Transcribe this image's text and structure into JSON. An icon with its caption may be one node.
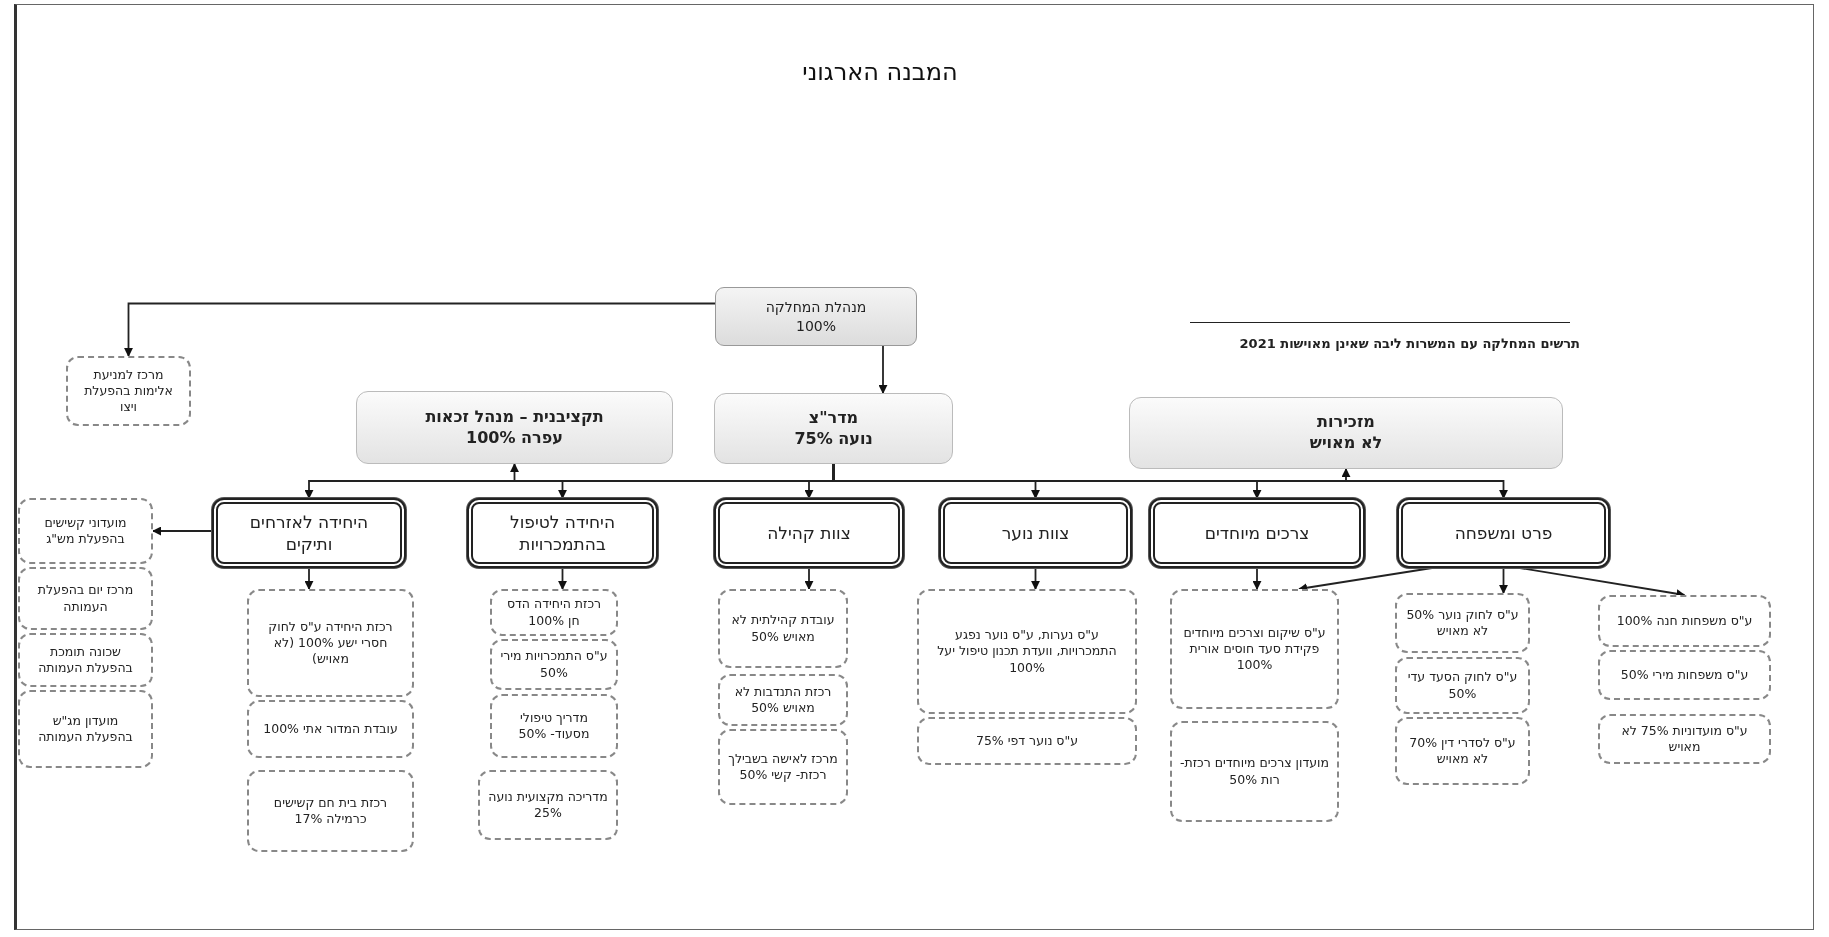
{
  "diagram": {
    "title": "המבנה הארגוני",
    "nodes": [
      {
        "text": [
          "מנהלת המחלקה",
          "100%"
        ]
      },
      {
        "text": [
          "מרכז למניעת אלימות בהפעלת ויצו"
        ]
      },
      {
        "text": [
          "תקציבנית – מנהל זכאות",
          "עפרה 100%"
        ]
      },
      {
        "text": [
          "מדר\"צ",
          "נועה 75%"
        ]
      },
      {
        "text": [
          "מזכירות",
          "לא מאויש"
        ]
      },
      {
        "text": [
          "היחידה לאזרחים ותיקים"
        ]
      },
      {
        "text": [
          "היחידה לטיפול בהתמכרויות"
        ]
      },
      {
        "text": [
          "צוות קהילה"
        ]
      },
      {
        "text": [
          "צוות נוער"
        ]
      },
      {
        "text": [
          "צרכים מיוחדים"
        ]
      },
      {
        "text": [
          "פרט ומשפחה"
        ]
      },
      {
        "text": [
          "מועדוני קשישים בהפעלת מש\"ג"
        ]
      },
      {
        "text": [
          "מרכז יום בהפעלת העמותה"
        ]
      },
      {
        "text": [
          "שכונה תומכת בהפעלת העמותה"
        ]
      },
      {
        "text": [
          "מועדון מג\"ש בהפעלת העמותה"
        ]
      },
      {
        "text": [
          "רכזת היחידה ע\"ס לחוק חסרי ישע 100% (לא מאויש)"
        ]
      },
      {
        "text": [
          "עובדת המדור אתי 100%"
        ]
      },
      {
        "text": [
          "רכזת בית חם קשישים כרמילה 17%"
        ]
      },
      {
        "text": [
          "רכזת היחידה הדס חן 100%"
        ]
      },
      {
        "text": [
          "ע\"ס התמכרויות מירי 50%"
        ]
      },
      {
        "text": [
          "מדריך טיפולי מסעוד- 50%"
        ]
      },
      {
        "text": [
          "מדריכה מקצועית נועה 25%"
        ]
      },
      {
        "text": [
          "עובדת קהילתית לא מאויש 50%"
        ]
      },
      {
        "text": [
          "רכזת התנדבות לא מאויש 50%"
        ]
      },
      {
        "text": [
          "מרכז לאישה בשבילך רכזת- קשי 50%"
        ]
      },
      {
        "text": [
          "ע\"ס נערות, ע\"ס נוער נפגע התמכרויות, וועדת תכנון טיפול יעל 100%"
        ]
      },
      {
        "text": [
          "ע\"ס נוער דפי 75%"
        ]
      },
      {
        "text": [
          "ע\"ס שיקום וצרכים מיוחדים פקידת סעד חוסים אורית 100%"
        ]
      },
      {
        "text": [
          "מועדון צרכים מיוחדים רכזת- רות 50%"
        ]
      },
      {
        "text": [
          "ע\"ס לחוק נוער 50% לא מאויש"
        ]
      },
      {
        "text": [
          "ע\"ס לחוק הסעד עדי 50%"
        ]
      },
      {
        "text": [
          "ע\"ס לסדרי דין 70% לא מאויש"
        ]
      },
      {
        "text": [
          "ע\"ס משפחות חנה 100%"
        ]
      },
      {
        "text": [
          "ע\"ס משפחות מירי 50%"
        ]
      },
      {
        "text": [
          "ע\"ס מועדוניות 75% לא מאויש"
        ]
      }
    ],
    "edges": [
      {
        "from": 0,
        "to": 1,
        "arrow": "to"
      },
      {
        "from": 0,
        "to": 3,
        "arrow": "to"
      },
      {
        "from": 3,
        "to": 2,
        "arrow": "to"
      },
      {
        "from": 3,
        "to": 4,
        "arrow": "to"
      },
      {
        "from": 3,
        "to": 5,
        "arrow": "to"
      },
      {
        "from": 3,
        "to": 6,
        "arrow": "to"
      },
      {
        "from": 3,
        "to": 7,
        "arrow": "to"
      },
      {
        "from": 3,
        "to": 8,
        "arrow": "to"
      },
      {
        "from": 3,
        "to": 9,
        "arrow": "to"
      },
      {
        "from": 3,
        "to": 10,
        "arrow": "to"
      },
      {
        "from": 5,
        "to": 11,
        "arrow": "to"
      },
      {
        "from": 5,
        "to": 15,
        "arrow": "to"
      },
      {
        "from": 6,
        "to": 18,
        "arrow": "to"
      },
      {
        "from": 7,
        "to": 22,
        "arrow": "to"
      },
      {
        "from": 8,
        "to": 25,
        "arrow": "to"
      },
      {
        "from": 9,
        "to": 27,
        "arrow": "to"
      },
      {
        "from": 10,
        "to": 27,
        "arrow": "to"
      },
      {
        "from": 10,
        "to": 29,
        "arrow": "to"
      },
      {
        "from": 10,
        "to": 32,
        "arrow": "to"
      }
    ],
    "labels": [
      "תרשים המחלקה עם המשרות ליבה שאינן מאוישות **2021**"
    ]
  }
}
